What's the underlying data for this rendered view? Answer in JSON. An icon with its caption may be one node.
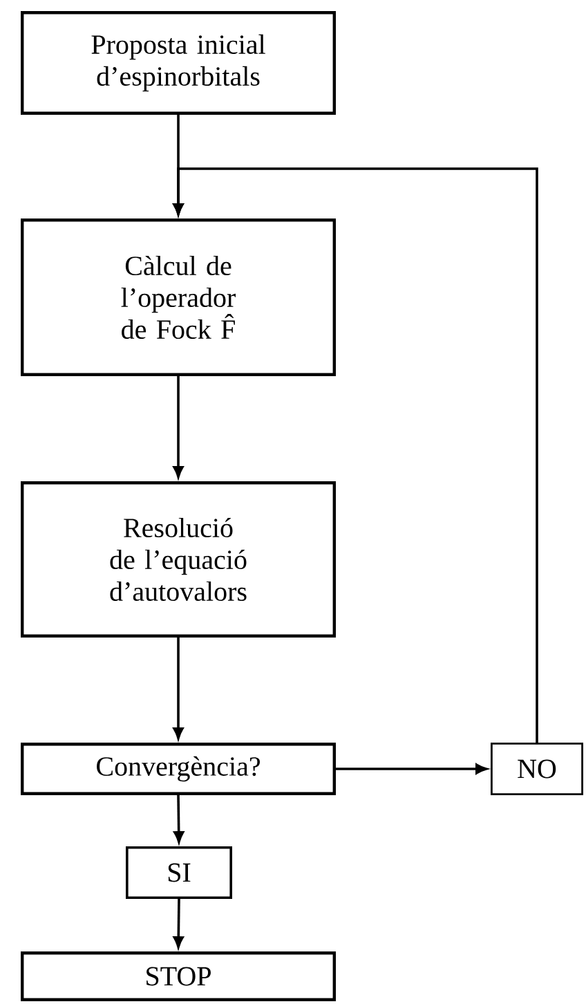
{
  "diagram": {
    "nodes": [
      {
        "text": [
          "Proposta inicial d’espinorbitals"
        ]
      },
      {
        "text": [
          "Càlcul de l’operador de Fock F̂"
        ]
      },
      {
        "text": [
          "Resolució de l’equació d’autovalors"
        ]
      },
      {
        "text": [
          "Convergència?"
        ]
      },
      {
        "text": [
          "NO"
        ]
      },
      {
        "text": [
          "SI"
        ]
      },
      {
        "text": [
          "STOP"
        ]
      }
    ],
    "edges": [
      {
        "from": 0,
        "to": 1,
        "arrow": "to"
      },
      {
        "from": 1,
        "to": 2,
        "arrow": "to"
      },
      {
        "from": 2,
        "to": 3,
        "arrow": "to"
      },
      {
        "from": 3,
        "to": 4,
        "arrow": "to"
      },
      {
        "from": 4,
        "to": 1,
        "arrow": "to"
      },
      {
        "from": 3,
        "to": 5,
        "arrow": "to"
      },
      {
        "from": 5,
        "to": 6,
        "arrow": "to"
      }
    ]
  }
}
